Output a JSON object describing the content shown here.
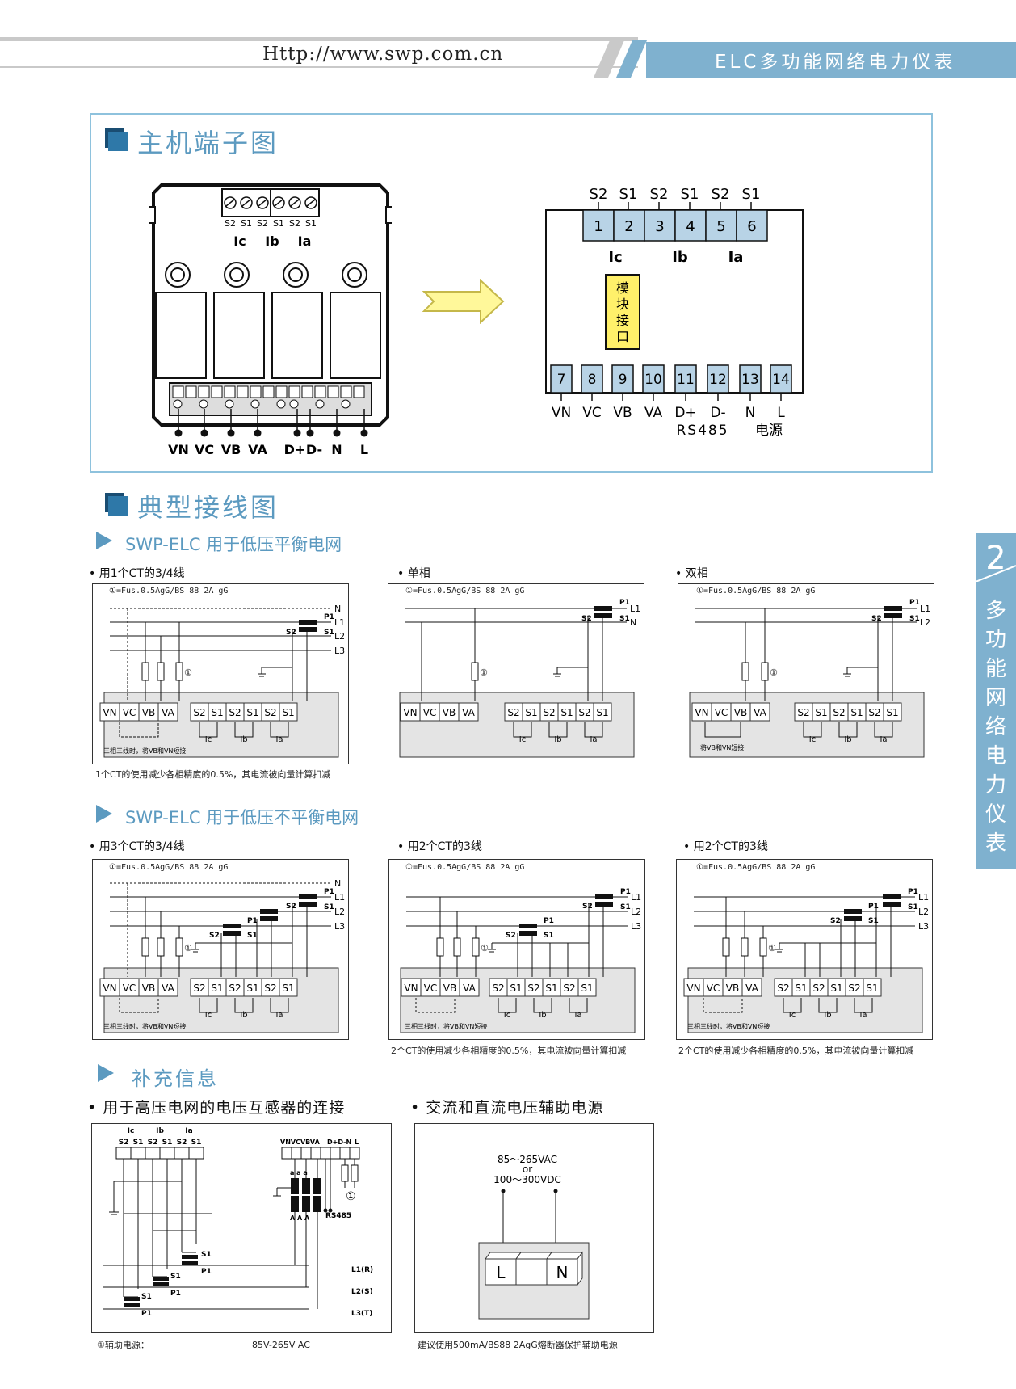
{
  "header": {
    "url": "Http://www.swp.com.cn",
    "title": "ELC多功能网络电力仪表",
    "band_color": "#7fb1cf"
  },
  "side_tab": {
    "number": "2",
    "chars": [
      "多",
      "功",
      "能",
      "网",
      "络",
      "电",
      "力",
      "仪",
      "表"
    ]
  },
  "section1": {
    "title": "主机端子图",
    "left_terminal_labels": [
      "S2",
      "S1",
      "S2",
      "S1",
      "S2",
      "S1"
    ],
    "left_current_labels": [
      "Ic",
      "Ib",
      "Ia"
    ],
    "left_bottom_labels": [
      "VN",
      "VC",
      "VB",
      "VA",
      "D+",
      "D-",
      "N",
      "L"
    ],
    "right_top_labels": [
      "S2",
      "S1",
      "S2",
      "S1",
      "S2",
      "S1"
    ],
    "right_top_nums": [
      "1",
      "2",
      "3",
      "4",
      "5",
      "6"
    ],
    "right_current_labels": [
      "Ic",
      "Ib",
      "Ia"
    ],
    "module_label": "模块接口",
    "right_bottom_nums": [
      "7",
      "8",
      "9",
      "10",
      "11",
      "12",
      "13",
      "14"
    ],
    "right_bottom_labels": [
      "VN",
      "VC",
      "VB",
      "VA",
      "D+",
      "D-",
      "N",
      "L"
    ],
    "rs485": "RS485",
    "power": "电源"
  },
  "section2": {
    "title": "典型接线图",
    "balanced": {
      "title": "SWP-ELC 用于低压平衡电网",
      "diagrams": [
        {
          "caption": "• 用1个CT的3/4线",
          "fuse": "①=Fus.0.5AgG/BS 88 2A gG",
          "inner_note": "三相三线时，将VB和VN短接",
          "note": "1个CT的使用减少各相精度的0.5%，其电流被向量计算扣减"
        },
        {
          "caption": "• 单相",
          "fuse": "①=Fus.0.5AgG/BS 88 2A gG",
          "inner_note": "",
          "note": ""
        },
        {
          "caption": "• 双相",
          "fuse": "①=Fus.0.5AgG/BS 88 2A gG",
          "inner_note": "将VB和VN短接",
          "note": ""
        }
      ]
    },
    "unbalanced": {
      "title": "SWP-ELC 用于低压不平衡电网",
      "diagrams": [
        {
          "caption": "• 用3个CT的3/4线",
          "fuse": "①=Fus.0.5AgG/BS 88 2A gG",
          "inner_note": "三相三线时，将VB和VN短接",
          "note": ""
        },
        {
          "caption": "• 用2个CT的3线",
          "fuse": "①=Fus.0.5AgG/BS 88 2A gG",
          "inner_note": "三相三线时，将VB和VN短接",
          "note": "2个CT的使用减少各相精度的0.5%，其电流被向量计算扣减"
        },
        {
          "caption": "• 用2个CT的3线",
          "fuse": "①=Fus.0.5AgG/BS 88 2A gG",
          "inner_note": "三相三线时，将VB和VN短接",
          "note": "2个CT的使用减少各相精度的0.5%，其电流被向量计算扣减"
        }
      ]
    },
    "terminal_v": [
      "VN",
      "VC",
      "VB",
      "VA"
    ],
    "terminal_s": [
      "S2",
      "S1",
      "S2",
      "S1",
      "S2",
      "S1"
    ],
    "terminal_i": [
      "Ic",
      "Ib",
      "Ia"
    ]
  },
  "section3": {
    "title": "补充信息",
    "vt": {
      "caption": "• 用于高压电网的电压互感器的连接",
      "footer_left": "①辅助电源：",
      "footer_right": "85V-265V AC",
      "line_labels": [
        "L1(R)",
        "L2(S)",
        "L3(T)"
      ],
      "rs485": "RS485"
    },
    "aux": {
      "caption": "• 交流和直流电压辅助电源",
      "line1": "85～265VAC",
      "line2": "or",
      "line3": "100～300VDC",
      "l": "L",
      "n": "N",
      "footer": "建议使用500mA/BS88 2AgG熔断器保护辅助电源"
    }
  }
}
